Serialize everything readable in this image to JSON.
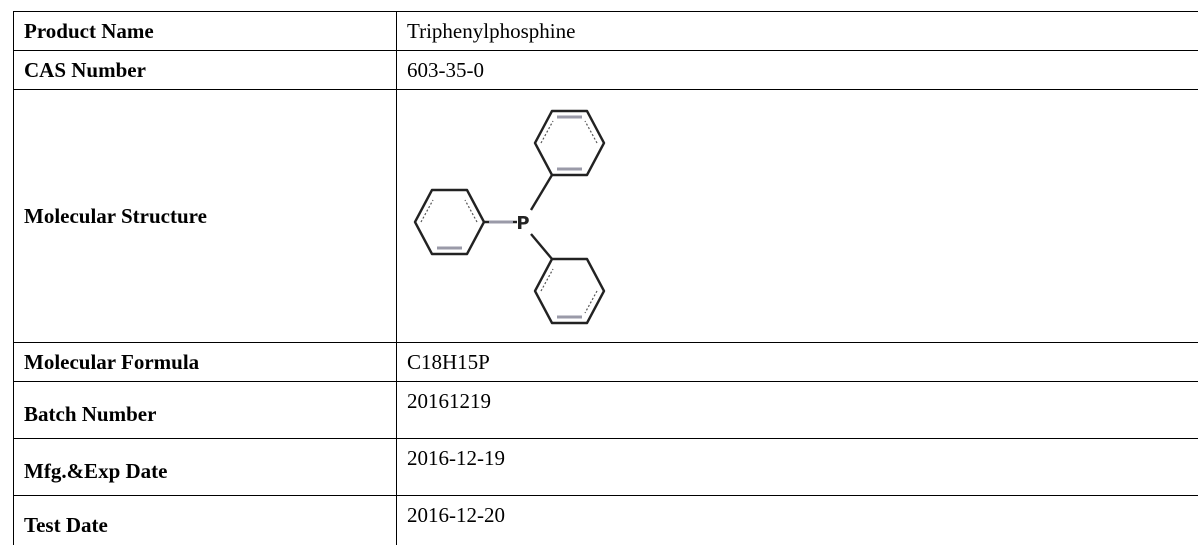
{
  "table": {
    "rows": [
      {
        "label": "Product Name",
        "value": "Triphenylphosphine"
      },
      {
        "label": "CAS Number",
        "value": "603-35-0"
      },
      {
        "label": "Molecular Structure",
        "value": ""
      },
      {
        "label": "Molecular Formula",
        "value": "C18H15P"
      },
      {
        "label": "Batch Number",
        "value": "20161219"
      },
      {
        "label": "Mfg.&Exp Date",
        "value": "2016-12-19"
      },
      {
        "label": "Test Date",
        "value": "2016-12-20"
      }
    ],
    "structure_atom_label": "P"
  }
}
